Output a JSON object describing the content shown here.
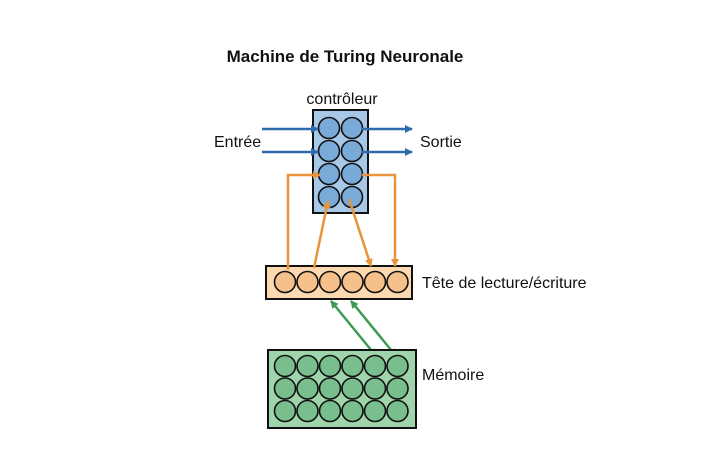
{
  "diagram": {
    "title": "Machine de Turing Neuronale",
    "controller": {
      "label": "contrôleur",
      "rows": 4,
      "cols": 2,
      "fill": "#a8c8e8",
      "node_fill": "#7aaad8"
    },
    "input_label": "Entrée",
    "output_label": "Sortie",
    "head": {
      "label": "Tête de lecture/écriture",
      "count": 6,
      "fill": "#fcd9b0",
      "node_fill": "#f6c08a"
    },
    "memory": {
      "label": "Mémoire",
      "rows": 3,
      "cols": 6,
      "fill": "#9fd4ad",
      "node_fill": "#79bf8e"
    },
    "colors": {
      "input_arrows": "#2f6aad",
      "head_arrows": "#e8953a",
      "memory_arrows": "#3c9a55",
      "stroke": "#111111"
    }
  }
}
